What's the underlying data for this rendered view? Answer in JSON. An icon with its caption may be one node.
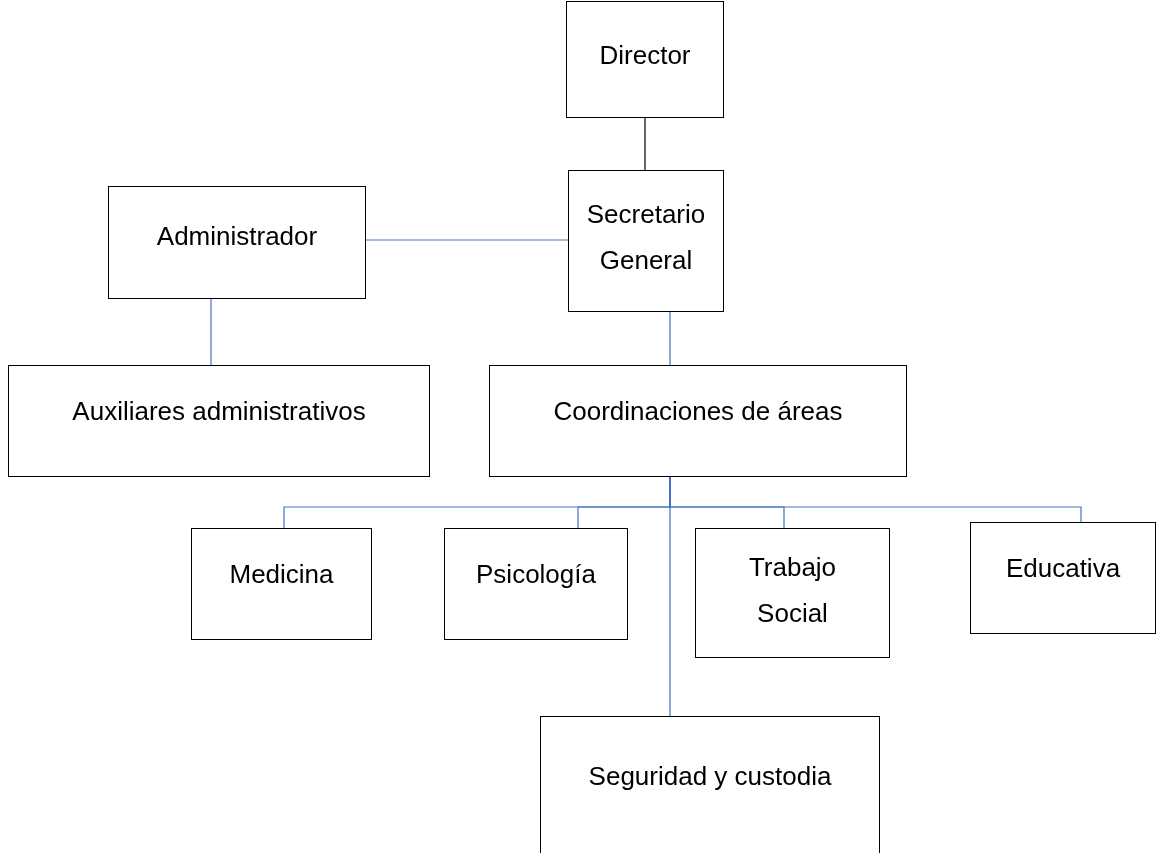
{
  "diagram": {
    "nodes": [
      {
        "text": [
          "Director"
        ]
      },
      {
        "text": [
          "Secretario General"
        ]
      },
      {
        "text": [
          "Administrador"
        ]
      },
      {
        "text": [
          "Auxiliares administrativos"
        ]
      },
      {
        "text": [
          "Coordinaciones de áreas"
        ]
      },
      {
        "text": [
          "Medicina"
        ]
      },
      {
        "text": [
          "Psicología"
        ]
      },
      {
        "text": [
          "Trabajo Social"
        ]
      },
      {
        "text": [
          "Educativa"
        ]
      },
      {
        "text": [
          "Seguridad y custodia"
        ]
      }
    ],
    "edges": [
      {
        "from": 0,
        "to": 1,
        "arrow": "none",
        "color": "#000000"
      },
      {
        "from": 1,
        "to": 2,
        "arrow": "none"
      },
      {
        "from": 2,
        "to": 3,
        "arrow": "none"
      },
      {
        "from": 1,
        "to": 4,
        "arrow": "none"
      },
      {
        "from": 4,
        "to": 5,
        "arrow": "none"
      },
      {
        "from": 4,
        "to": 6,
        "arrow": "none"
      },
      {
        "from": 4,
        "to": 7,
        "arrow": "none"
      },
      {
        "from": 4,
        "to": 8,
        "arrow": "none"
      },
      {
        "from": 4,
        "to": 9,
        "arrow": "none"
      }
    ]
  }
}
